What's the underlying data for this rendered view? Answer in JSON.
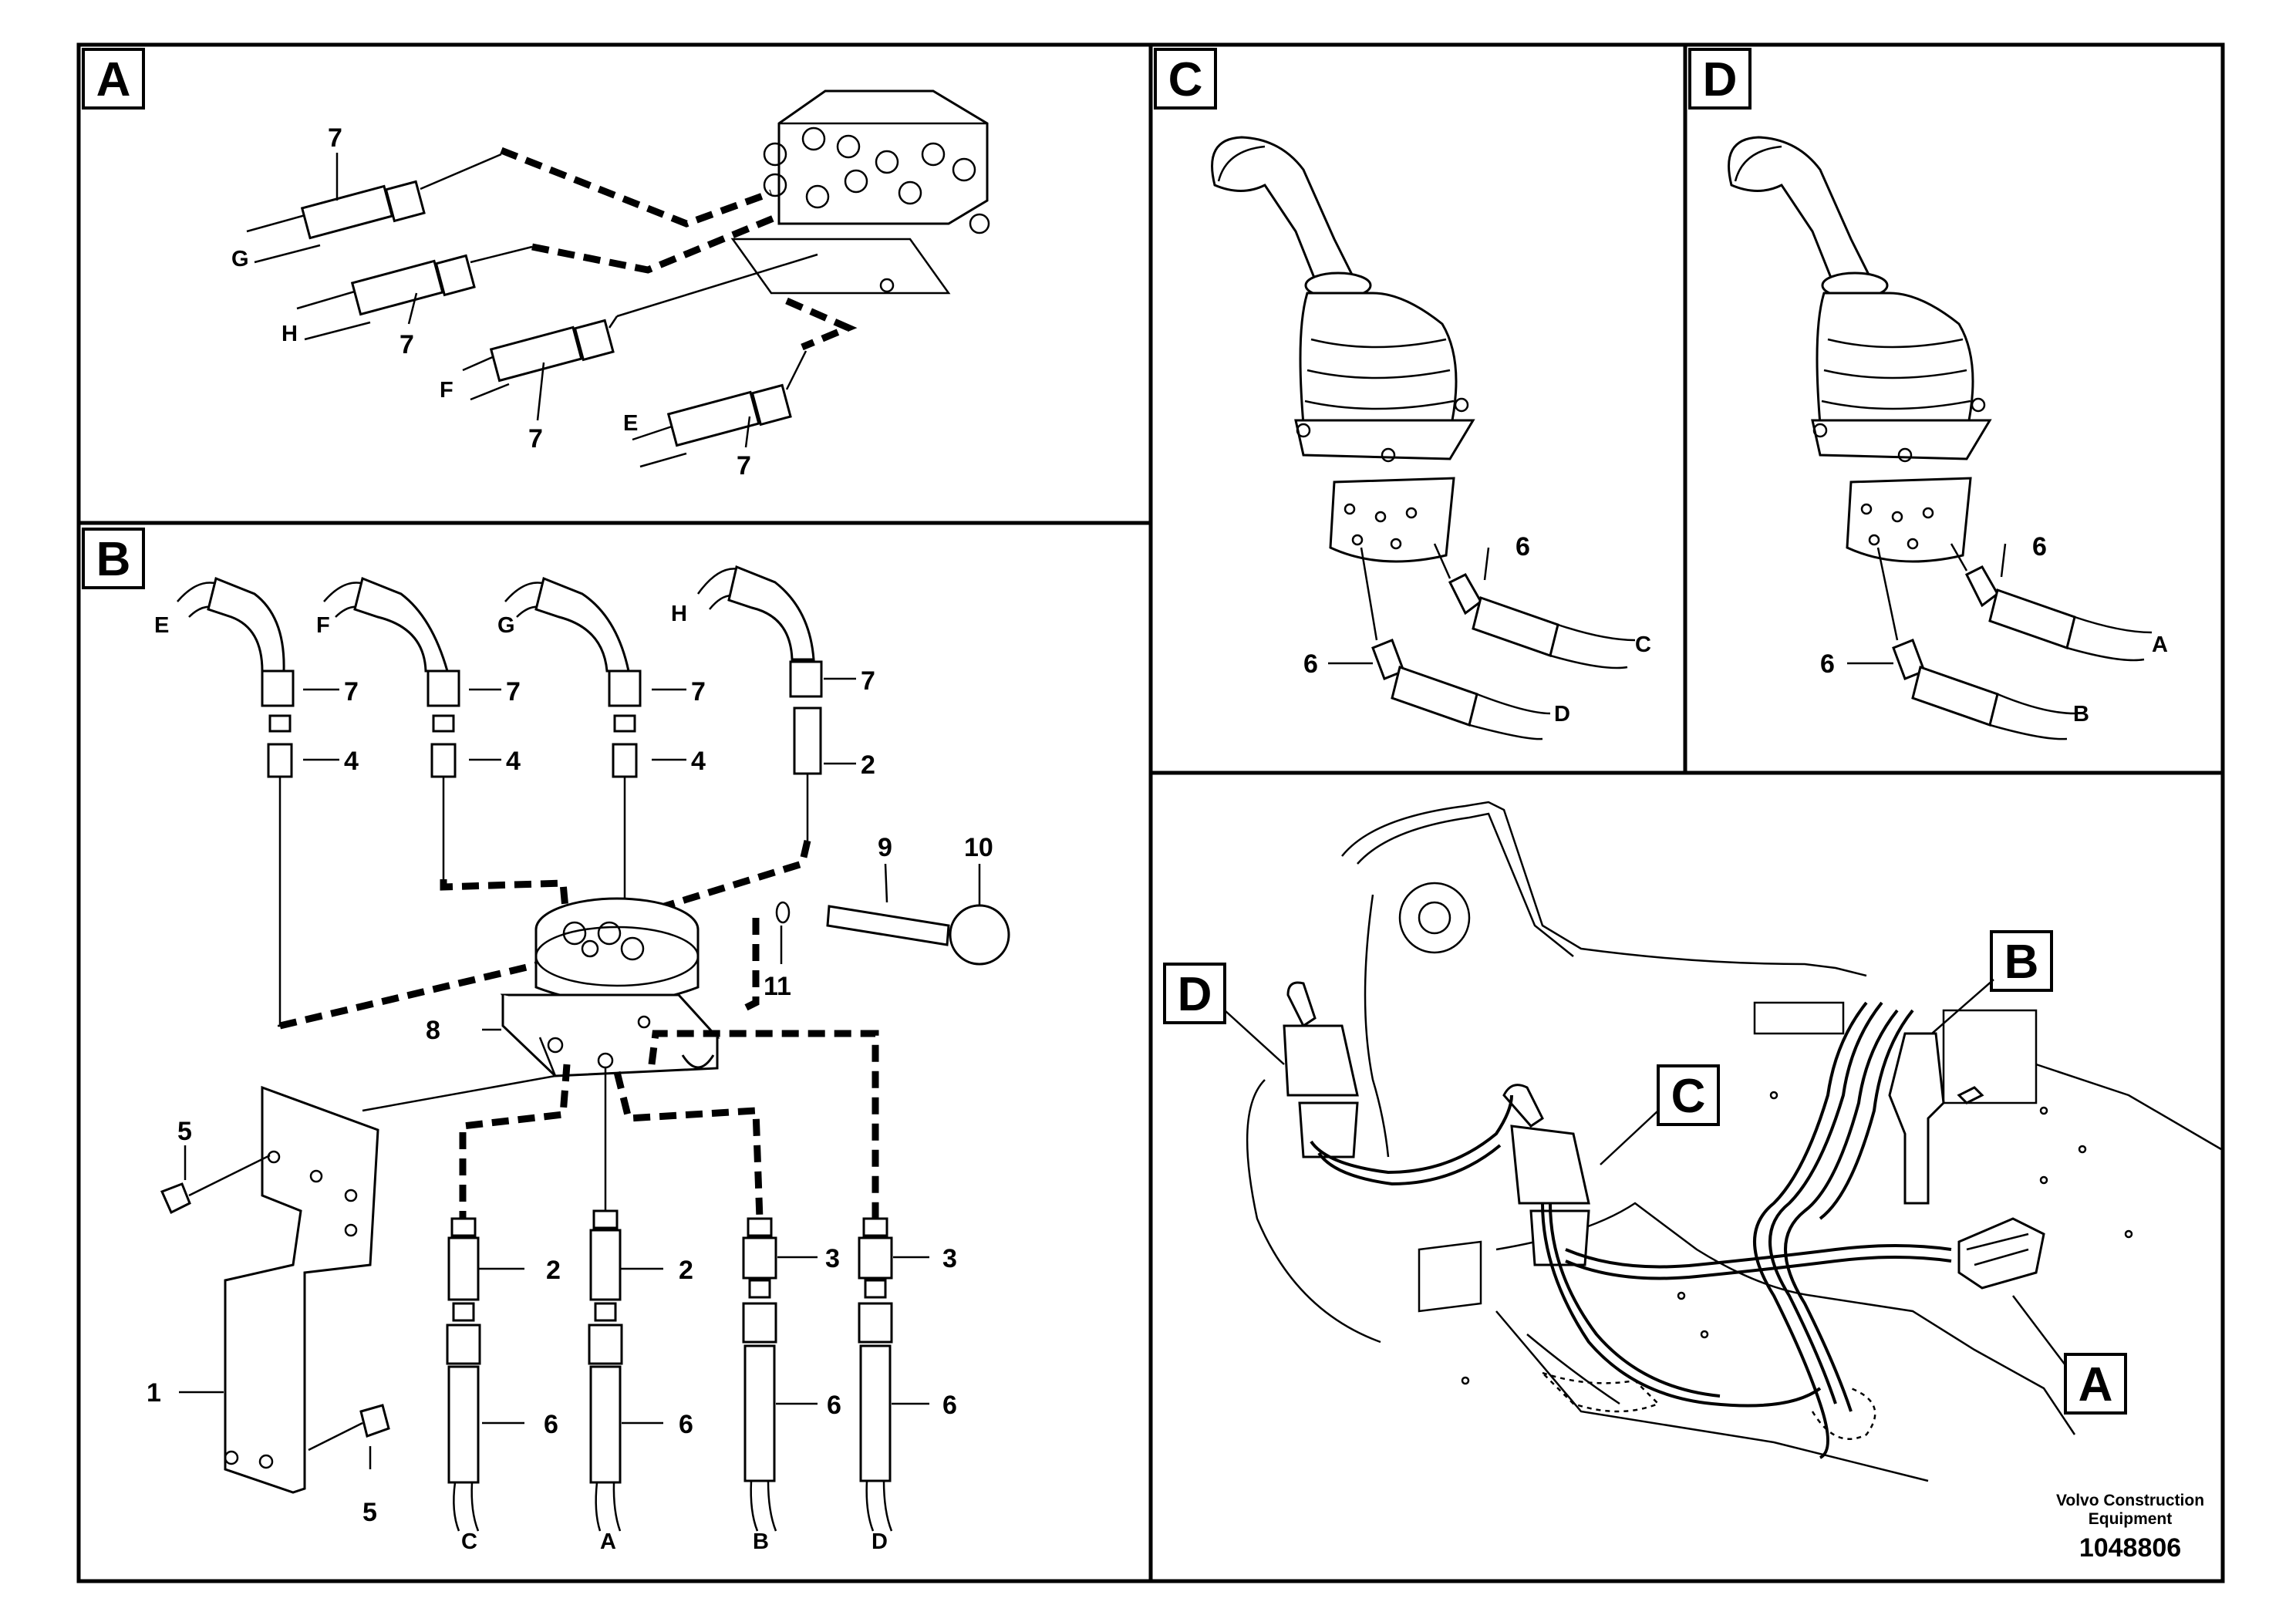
{
  "panels": {
    "A": {
      "tag": "A",
      "hose_ends": [
        "G",
        "H",
        "F",
        "E"
      ],
      "item": "7"
    },
    "B": {
      "tag": "B",
      "top_hose_ends": [
        "E",
        "F",
        "G",
        "H"
      ],
      "bottom_hose_ends": [
        "C",
        "A",
        "B",
        "D"
      ],
      "items": {
        "i1": "1",
        "i2": "2",
        "i3": "3",
        "i4": "4",
        "i5": "5",
        "i6": "6",
        "i7": "7",
        "i8": "8",
        "i9": "9",
        "i10": "10",
        "i11": "11"
      }
    },
    "C": {
      "tag": "C",
      "item": "6",
      "hose_ends": [
        "C",
        "D"
      ]
    },
    "D": {
      "tag": "D",
      "item": "6",
      "hose_ends": [
        "A",
        "B"
      ]
    },
    "overview": {
      "callouts": [
        "D",
        "C",
        "B",
        "A"
      ]
    }
  },
  "footer": {
    "company_line1": "Volvo Construction",
    "company_line2": "Equipment",
    "document_number": "1048806"
  }
}
